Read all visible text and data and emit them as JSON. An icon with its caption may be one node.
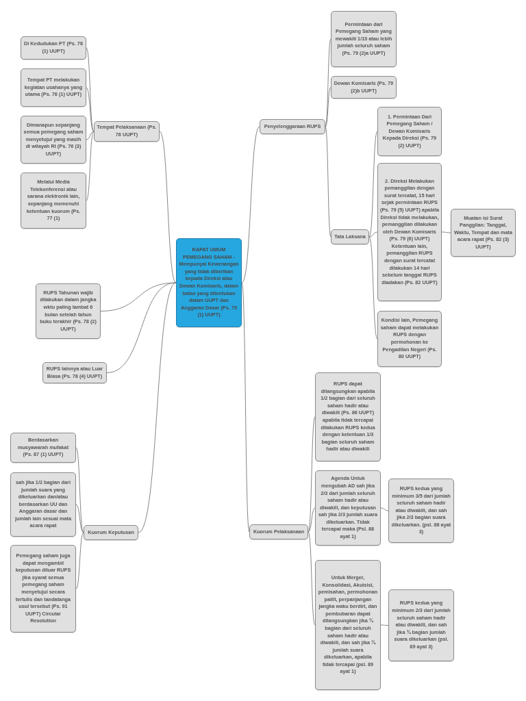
{
  "diagram": {
    "nodes": [
      {
        "text": [
          "RAPAT UMUM PEMEGANG SAHAM - Mempunyai Kewenangan yang tidak diberikan kepada Direksi atau Dewan Komisaris, dalam batas yang ditentukan dalam UUPT dan Anggaran Dasar (Ps. 75 (1) UUPT)"
        ]
      },
      {
        "text": [
          "Tempat Pelaksanaan (Ps. 76 UUPT)"
        ]
      },
      {
        "text": [
          "Di Kedudukan PT (Ps. 76 (1) UUPT)"
        ]
      },
      {
        "text": [
          "Tempat PT melakukan kegiatan usahanya yang utama (Ps. 76 (1) UUPT)"
        ]
      },
      {
        "text": [
          "Dimanapun sepanjang semua pemegang saham menyetujui yang masih di wilayah RI (Ps. 76 (3) UUPT)"
        ]
      },
      {
        "text": [
          "Melalui Media Telekonferensi atau sarana elektronik lain, sepanjang memenuhi ketentuan kuorum (Ps. 77 (1)"
        ]
      },
      {
        "text": [
          "Penyelenggaraan RUPS"
        ]
      },
      {
        "text": [
          "Permintaan dari Pemegang Saham yang mewakili 1/10 atau lebih jumlah seluruh saham (Ps. 79 (2)a UUPT)"
        ]
      },
      {
        "text": [
          "Dewan Komisaris (Ps. 79 (2)b UUPT)"
        ]
      },
      {
        "text": [
          "Tata Laksana"
        ]
      },
      {
        "text": [
          "1. Permintaan Dari Pemegang Saham / Dewan Komisaris Kepada Direksi (Ps. 79 (2) UUPT)"
        ]
      },
      {
        "text": [
          "2. Direksi Melakukan pemanggilan dengan surat tercatat, 15 hari sejak permintaan RUPS (Ps. 79 (5) UUPT) apabila Direksi tidak melakukan, pemanggilan dilakukan oleh Dewan Komisaris (Ps. 79 (6) UUPT) Ketentuan lain, pemanggilan RUPS dengan surat tercatat dilakukan 14 hari sebelum tanggal RUPS diadakan (Ps. 82 UUPT)"
        ]
      },
      {
        "text": [
          "Muatan isi Surat Panggilan: Tanggal, Waktu, Tempat dan mata acara rapat (Ps. 82 (3) UUPT)"
        ]
      },
      {
        "text": [
          "Kondisi lain, Pemegang saham dapat melakukan RUPS dengan permohonan ke Pengadilan Negeri (Ps. 80 UUPT)"
        ]
      },
      {
        "text": [
          "RUPS Tahunan wajib dilakukan dalam jangka wktu paling lambat 6 bulan setelah tahun buku terakhir (Ps. 78 (2) UUPT)"
        ]
      },
      {
        "text": [
          "RUPS lainnya atau Luar Biasa (Ps. 78 (4) UUPT)"
        ]
      },
      {
        "text": [
          "Kuorum Pelaksanaan"
        ]
      },
      {
        "text": [
          "RUPS dapat dilangsungkan apabila 1/2 bagian dari seluruh saham hadir atau diwakili (Ps. 86 UUPT) apabila tidak tercapai dilakukan RUPS kedua dengan ketentuan 1/3 bagian seluruh saham hadir atau diwakili"
        ]
      },
      {
        "text": [
          "Agenda Untuk mengubah AD sah jika 2/3 dari jumlah seluruh saham hadir atau diwakili, dan keputusan sah jika 2/3 jumlah suara dikeluarkan. Tidak tercapai maka (Psl. 88 ayat 1)"
        ]
      },
      {
        "text": [
          "RUPS kedua yang minimum 3/5 dari jumlah seluruh saham hadir atau diwakili, dan sah jika 2/3 bagian suara dikeluarkan. (psl. 88 ayat 3)"
        ]
      },
      {
        "text": [
          "Untuk Merger, Konsolidasi, Akuisisi, pemisahan, permohonan pailit, perpanjangan jangka waku berdiri, dan pembubaran dapat dilangsungkan jika ¾ bagian dari seluruh saham hadir atau diwakili, dan sah jika ¾ jumlah suara dikeluarkan, apabila tidak tercapai (psl. 89 ayat 1)"
        ]
      },
      {
        "text": [
          "RUPS kedua yang minimum 2/3 dari jumlah seluruh saham hadir atau diwakili, dan sah jika ¾ bagian jumlah suara dikeluarkan (psl. 89 ayat 3)"
        ]
      },
      {
        "text": [
          "Kuorum Keputusan"
        ]
      },
      {
        "text": [
          "Berdasarkan musyawarah mufakat (Ps. 87 (1) UUPT)"
        ]
      },
      {
        "text": [
          "sah jika 1/2 bagian dari jumlah suara yang dikeluarkan dan/atau berdasarkan UU dan Anggaran dasar dan jumlah lain sesuai mata acara rapat"
        ]
      },
      {
        "text": [
          "Pemegang saham juga dapat mengambil keputusan diluar RUPS jika syarat semua pemegang saham menyetujui secara tertulis dan tandatanga usul tersebut (Ps. 91 UUPT) Circular Resolution"
        ]
      }
    ],
    "edges": [
      {
        "from": 0,
        "to": 1,
        "arrow": "none"
      },
      {
        "from": 1,
        "to": 2,
        "arrow": "none"
      },
      {
        "from": 1,
        "to": 3,
        "arrow": "none"
      },
      {
        "from": 1,
        "to": 4,
        "arrow": "none"
      },
      {
        "from": 1,
        "to": 5,
        "arrow": "none"
      },
      {
        "from": 0,
        "to": 6,
        "arrow": "none"
      },
      {
        "from": 6,
        "to": 7,
        "arrow": "none"
      },
      {
        "from": 6,
        "to": 8,
        "arrow": "none"
      },
      {
        "from": 6,
        "to": 9,
        "arrow": "none"
      },
      {
        "from": 9,
        "to": 10,
        "arrow": "none"
      },
      {
        "from": 9,
        "to": 11,
        "arrow": "none"
      },
      {
        "from": 11,
        "to": 12,
        "arrow": "none"
      },
      {
        "from": 9,
        "to": 13,
        "arrow": "none"
      },
      {
        "from": 0,
        "to": 14,
        "arrow": "none"
      },
      {
        "from": 0,
        "to": 15,
        "arrow": "none"
      },
      {
        "from": 0,
        "to": 16,
        "arrow": "none"
      },
      {
        "from": 16,
        "to": 17,
        "arrow": "none"
      },
      {
        "from": 16,
        "to": 18,
        "arrow": "none"
      },
      {
        "from": 18,
        "to": 19,
        "arrow": "none"
      },
      {
        "from": 16,
        "to": 20,
        "arrow": "none"
      },
      {
        "from": 20,
        "to": 21,
        "arrow": "none"
      },
      {
        "from": 0,
        "to": 22,
        "arrow": "none"
      },
      {
        "from": 22,
        "to": 23,
        "arrow": "none"
      },
      {
        "from": 22,
        "to": 24,
        "arrow": "none"
      },
      {
        "from": 22,
        "to": 25,
        "arrow": "none"
      }
    ]
  }
}
